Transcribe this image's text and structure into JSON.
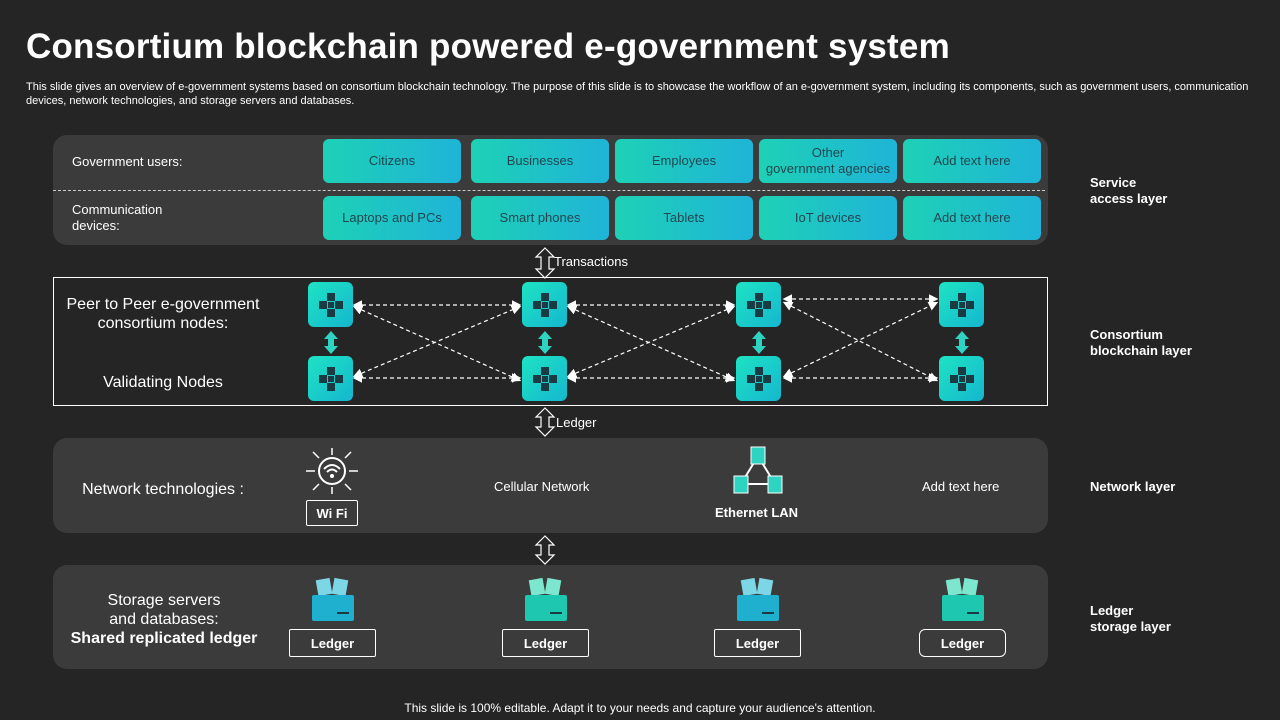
{
  "title": "Consortium blockchain powered e-government system",
  "subtitle": "This slide gives an overview of e-government systems based on consortium blockchain technology. The purpose of this slide is to showcase the workflow of an e-government system, including its components, such as government users, communication devices, network technologies, and storage servers and databases.",
  "service_access": {
    "government_users_label": "Government  users:",
    "government_users": [
      "Citizens",
      "Businesses",
      "Employees",
      "Other\ngovernment  agencies",
      "Add text here"
    ],
    "communication_devices_label": "Communication\ndevices:",
    "communication_devices": [
      "Laptops and PCs",
      "Smart phones",
      "Tablets",
      "IoT devices",
      "Add text here"
    ]
  },
  "transactions_label": "Transactions",
  "consortium": {
    "peer_label": "Peer to Peer e-government\nconsortium nodes:",
    "validating_label": "Validating Nodes"
  },
  "ledger_label": "Ledger",
  "network": {
    "label": "Network technologies :",
    "wifi_label": "Wi Fi",
    "cellular_label": "Cellular Network",
    "ethernet_label": "Ethernet LAN",
    "add_text": "Add text here"
  },
  "storage": {
    "label_line1": "Storage servers\nand databases:",
    "label_line2": "Shared replicated ledger",
    "ledgers": [
      "Ledger",
      "Ledger",
      "Ledger",
      "Ledger"
    ]
  },
  "layers": {
    "service_access": "Service\naccess layer",
    "consortium_blockchain": "Consortium\nblockchain layer",
    "network": "Network layer",
    "ledger_storage": "Ledger\nstorage layer"
  },
  "footer": "This slide is 100% editable. Adapt it to your needs and capture your audience's attention.",
  "colors": {
    "background": "#252525",
    "panel": "#3b3b3b",
    "accent_start": "#1ed1b6",
    "accent_end": "#1fb4d8"
  }
}
